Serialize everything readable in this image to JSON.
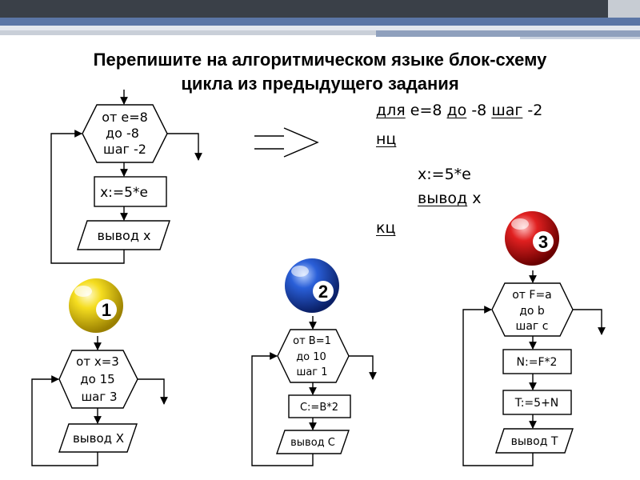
{
  "title": {
    "line1": "Перепишите на алгоритмическом языке блок-схему",
    "line2": "цикла из предыдущего задания"
  },
  "main_flowchart": {
    "loop_lines": [
      "от e=8",
      "до -8",
      "шаг -2"
    ],
    "assign": "x:=5*e",
    "output": "вывод x"
  },
  "algorithm_code": {
    "line1": {
      "kw1": "для",
      "var": "e=8",
      "kw2": "до",
      "end": "-8",
      "kw3": "шаг",
      "step": "-2"
    },
    "nc": "нц",
    "assign": "x:=5*e",
    "output_kw": "вывод",
    "output_var": "x",
    "kc": "кц"
  },
  "exercises": [
    {
      "ball_number": "1",
      "ball_color": "#f0d000",
      "loop_lines": [
        "от x=3",
        "до 15",
        "шаг 3"
      ],
      "output": "вывод X"
    },
    {
      "ball_number": "2",
      "ball_color": "#1a4fc8",
      "loop_lines": [
        "от B=1",
        "до 10",
        "шаг 1"
      ],
      "assign": "C:=B*2",
      "output": "вывод C"
    },
    {
      "ball_number": "3",
      "ball_color": "#d41818",
      "loop_lines": [
        "от F=a",
        "до b",
        "шаг c"
      ],
      "assign1": "N:=F*2",
      "assign2": "T:=5+N",
      "output": "вывод T"
    }
  ],
  "colors": {
    "banner_dark": "#3a4048",
    "banner_blue": "#4e6a9a",
    "banner_light": "#d6dbe3"
  }
}
